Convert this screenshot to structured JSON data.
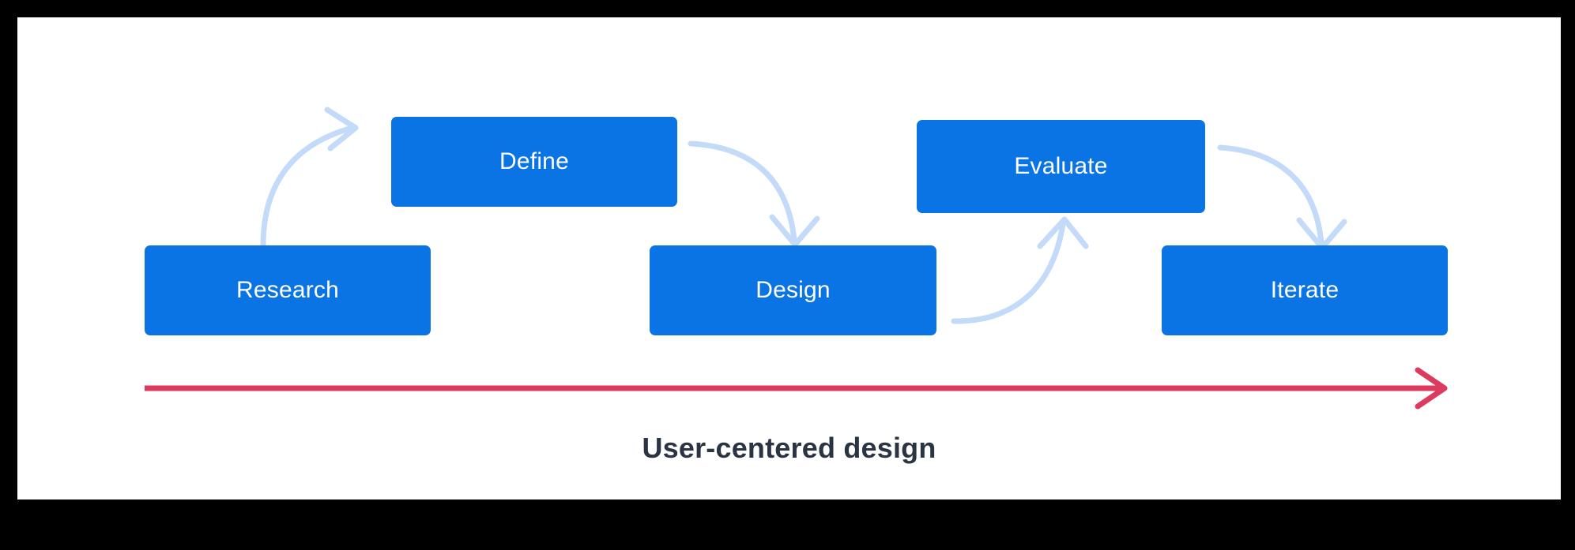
{
  "diagram": {
    "title": "User-centered design",
    "caption": "User-centered design",
    "stages": [
      {
        "id": "research",
        "label": "Research",
        "row": "bottom",
        "order": 1
      },
      {
        "id": "define",
        "label": "Define",
        "row": "top",
        "order": 2
      },
      {
        "id": "design",
        "label": "Design",
        "row": "bottom",
        "order": 3
      },
      {
        "id": "evaluate",
        "label": "Evaluate",
        "row": "top",
        "order": 4
      },
      {
        "id": "iterate",
        "label": "Iterate",
        "row": "bottom",
        "order": 5
      }
    ],
    "connectors": [
      {
        "id": "research-to-define",
        "from": "Research",
        "to": "Define",
        "direction": "up-right"
      },
      {
        "id": "define-to-design",
        "from": "Define",
        "to": "Design",
        "direction": "down-right"
      },
      {
        "id": "design-to-evaluate",
        "from": "Design",
        "to": "Evaluate",
        "direction": "up-right"
      },
      {
        "id": "evaluate-to-iterate",
        "from": "Evaluate",
        "to": "Iterate",
        "direction": "down-right"
      }
    ],
    "timeline_arrow": {
      "name": "progress-arrow",
      "direction": "left-to-right"
    },
    "colors": {
      "box_fill": "#0b74e5",
      "box_text": "#ffffff",
      "connector": "#c3dbf8",
      "timeline_arrow": "#dc3a5e",
      "caption_text": "#2b3443",
      "canvas": "#ffffff",
      "frame": "#000000"
    }
  }
}
